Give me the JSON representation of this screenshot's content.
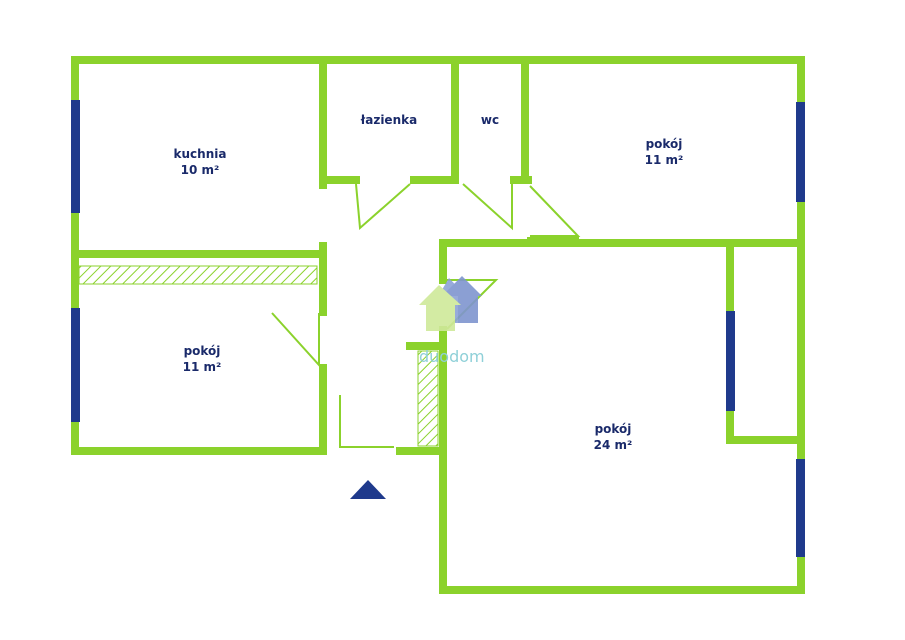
{
  "colors": {
    "wall": "#8bd22c",
    "window": "#1f3a8c",
    "hatch": "#8bd22c",
    "entrance_marker": "#1f3a8c",
    "label": "#1a2a6a",
    "logo_front": "#cfe99a",
    "logo_back": "#6f86c8",
    "logo_text": "#8fd0d8"
  },
  "rooms": [
    {
      "id": "kuchnia",
      "name": "kuchnia",
      "area": "10 m²"
    },
    {
      "id": "lazienka",
      "name": "łazienka",
      "area": ""
    },
    {
      "id": "wc",
      "name": "wc",
      "area": ""
    },
    {
      "id": "pokoj-ne",
      "name": "pokój",
      "area": "11 m²"
    },
    {
      "id": "pokoj-w",
      "name": "pokój",
      "area": "11 m²"
    },
    {
      "id": "pokoj-se",
      "name": "pokój",
      "area": "24 m²"
    }
  ],
  "icons": {
    "entrance": "entrance-arrow-icon",
    "logo": "house-logo-icon"
  },
  "watermark": {
    "text": "duodom"
  }
}
